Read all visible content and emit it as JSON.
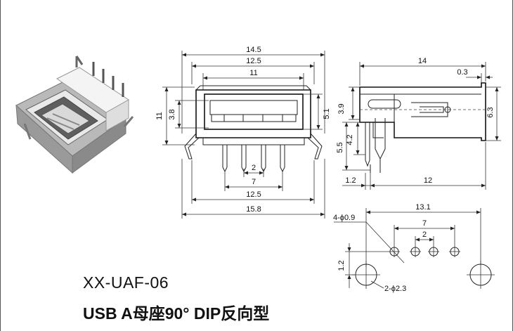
{
  "title": {
    "model_code": "XX-UAF-06",
    "product_name": "USB  A母座90°  DIP反向型"
  },
  "front_view": {
    "dim_overall_width": "14.5",
    "dim_body_width": "12.5",
    "dim_opening_width": "11",
    "dim_outer_height": "11",
    "dim_inner_height": "3.8",
    "dim_right_height": "5.1",
    "dim_pin_pitch": "2",
    "dim_pin_span_7": "7",
    "dim_pin_span_12_5": "12.5",
    "dim_leg_span": "15.8"
  },
  "side_view": {
    "dim_length": "14",
    "dim_tab": "0.3",
    "dim_top": "3.9",
    "dim_height": "6.3",
    "dim_pin_height": "4.2",
    "dim_pin_length": "5.5",
    "dim_offset": "1.2",
    "dim_pin_to_end": "12"
  },
  "pcb_layout": {
    "dim_span": "13.1",
    "dim_hole_label": "4-ϕ0.9",
    "dim_pitch_7": "7",
    "dim_pitch_2": "2",
    "dim_row_offset": "1.2",
    "dim_big_hole_label": "2-ϕ2.3"
  },
  "colors": {
    "line": "#222222",
    "product_body": "#c8c8c8",
    "product_dark": "#6f6f6f"
  }
}
